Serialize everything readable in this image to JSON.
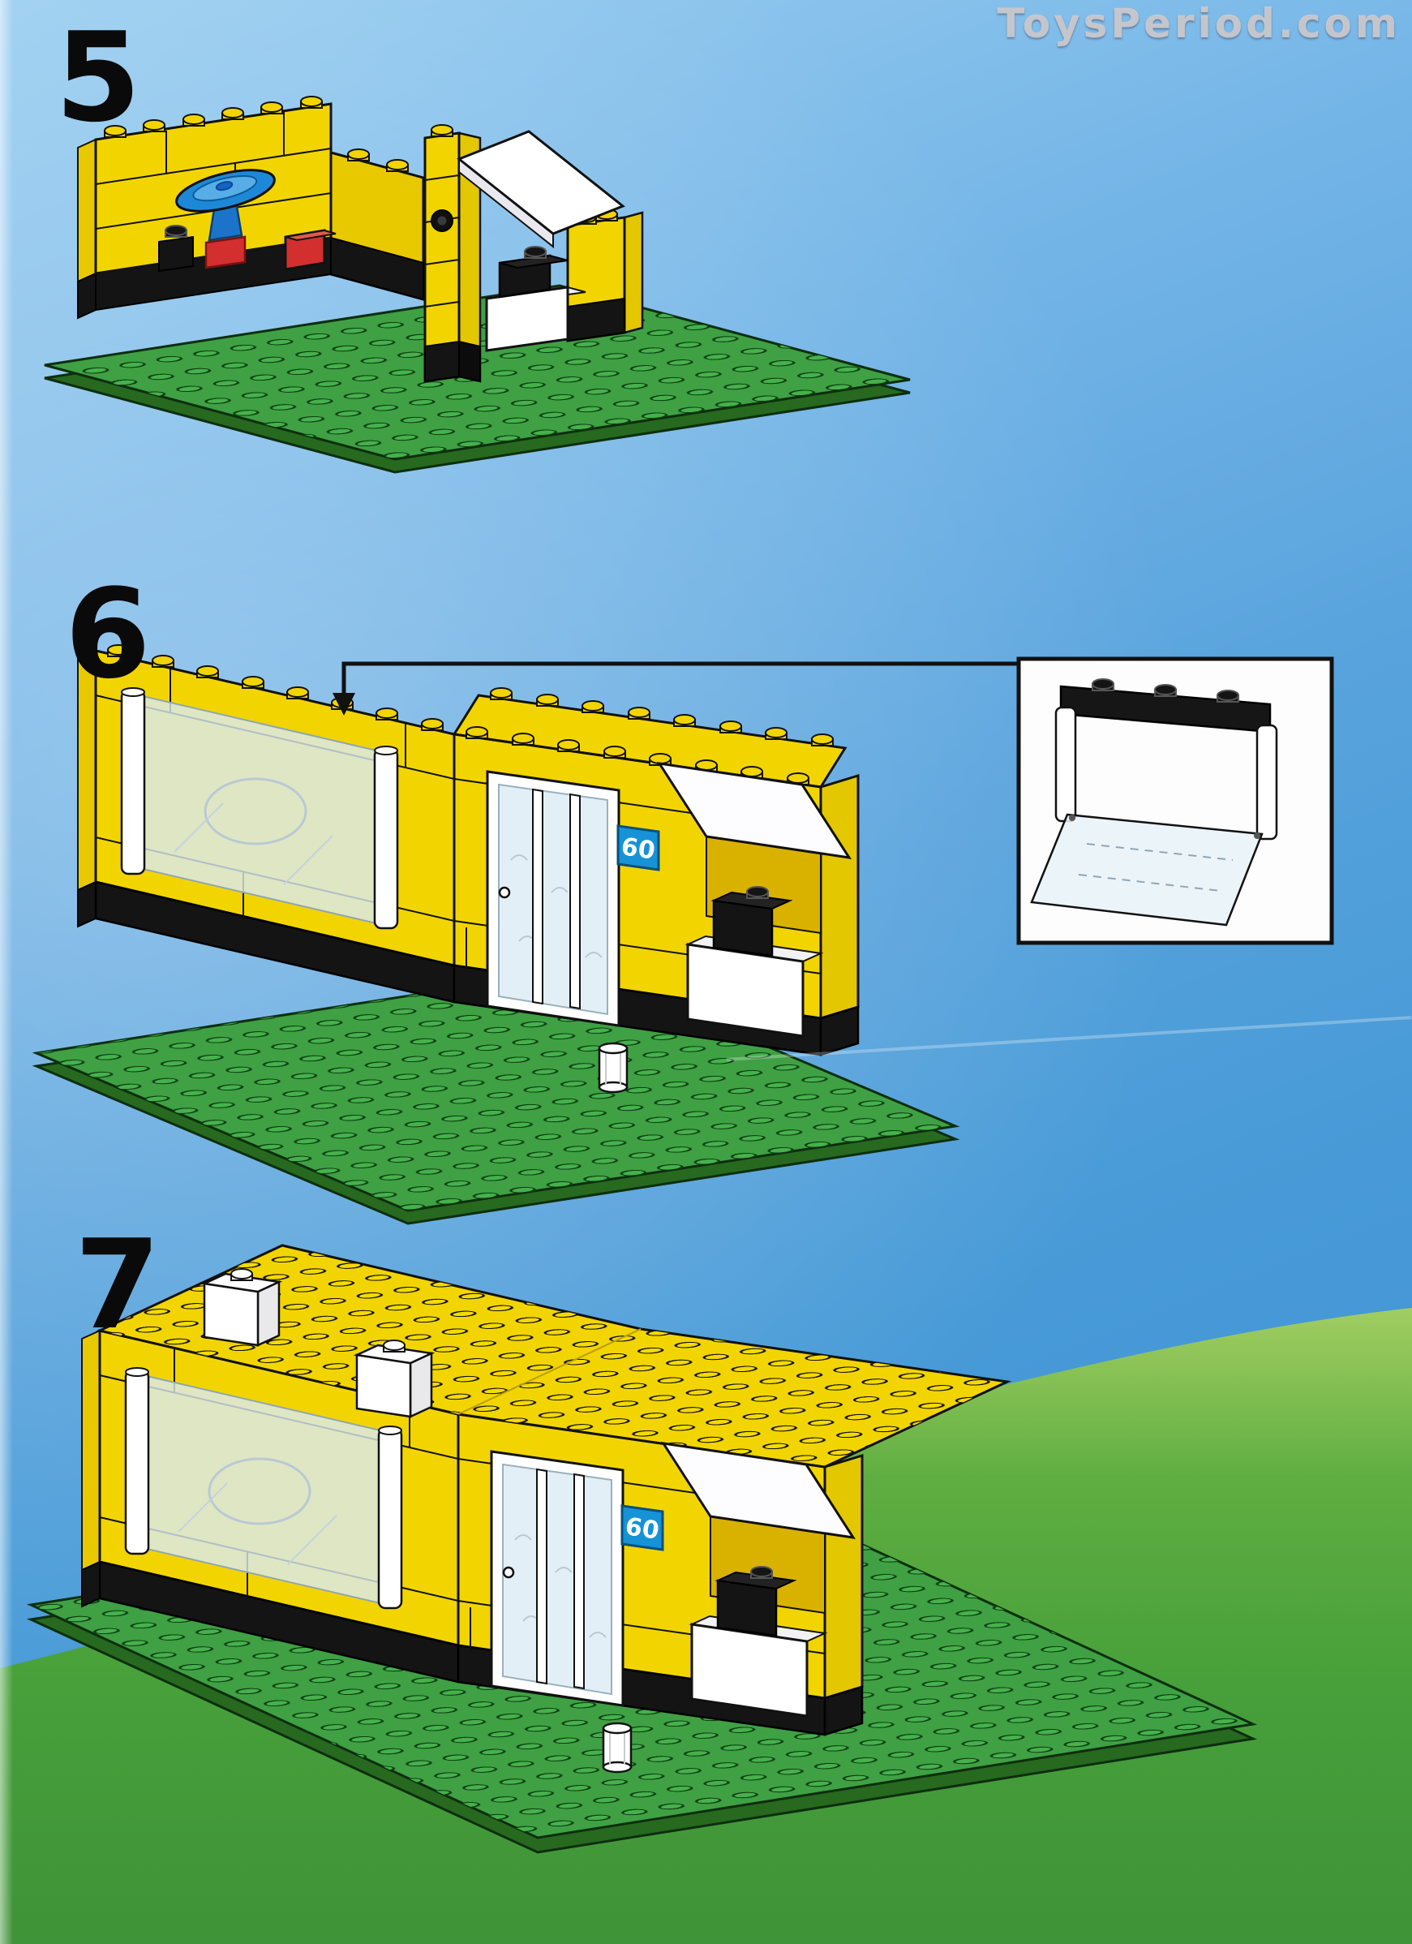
{
  "watermark": "ToysPeriod.com",
  "steps": [
    {
      "number": "5"
    },
    {
      "number": "6"
    },
    {
      "number": "7"
    }
  ],
  "building": {
    "sign_label": "60"
  },
  "colors": {
    "sky_blue": "#58a3dd",
    "baseplate_green": "#3fa044",
    "baseplate_edge_green": "#26691f",
    "grass_green": "#55a43c",
    "brick_yellow": "#f2d500",
    "brick_yellow_shade": "#e3c700",
    "brick_black": "#141414",
    "brick_white": "#ffffff",
    "brick_red": "#d32f2f",
    "dish_blue": "#1e88d8",
    "sign_blue": "#1593d6",
    "sign_text": "#ffffff",
    "outline_black": "#111111",
    "step_number_black": "#0a0a0a",
    "watermark_gray": "#c9c9cd"
  }
}
